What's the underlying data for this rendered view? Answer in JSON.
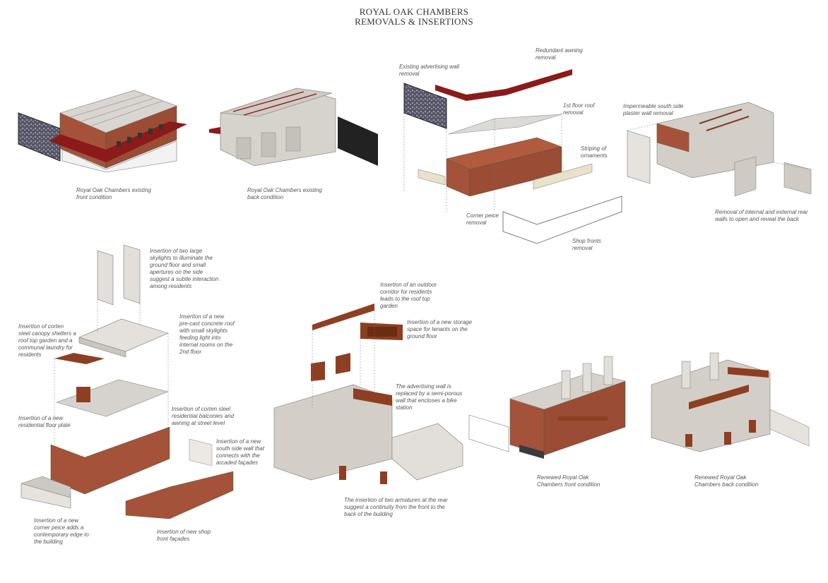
{
  "title": {
    "line1": "ROYAL OAK CHAMBERS",
    "line2": "REMOVALS & INSERTIONS"
  },
  "captions": {
    "front_existing": "Royal Oak Chambers existing\nfront condition",
    "back_existing": "Royal Oak Chambers existing\nback condition",
    "advertising_wall": "Existing advertising wall\nremoval",
    "awning": "Redundant awning\nremoval",
    "first_floor_roof": "1st floor roof\nremoval",
    "striping": "Striping of\nornaments",
    "corner_piece": "Corner peice\nremoval",
    "shop_fronts": "Shop fronts\nremoval",
    "south_plaster": "Impermeable south side\nplaster wall  removal",
    "internal_walls": "Removal of internal and external rear\nwalls to open and reveal the back",
    "skylights": "Insertion of two large\nskylights to illuminate the\nground floor and small\napertures on the side\nsuggest a subtle interaction\namong residents",
    "precast_roof": "Insertion of a new\npre-cast concrete roof\nwith small skylights\nfeeding light into\ninternal rooms on the\n2nd floor",
    "corten_canopy": "Insertion of corten\nsteel canopy shelters a\nroof top garden and a\ncommunal laundry for\nresidents",
    "floor_plate": "Insertion of a new\nresidential floor plate",
    "corten_balconies": "Insertion of corten steel\nresidential balconies and\nawning at street level",
    "south_side_wall": "Insertion of a new\nsouth side wall that\nconnects with the\narcaded façades",
    "corner_new": "Insertion of a new\ncorner peice adds a\ncontemporary edge to\nthe building",
    "shop_new": "Insertion of new shop\nfront façades",
    "outdoor_corridor": "Insertion of an outdoor\ncorridor for residents\nleads to the roof top\ngarden",
    "storage": "Insertion of a new storage\nspace for tenants on the\nground floor",
    "adv_replaced": "The advertising wall is\nreplaced by a semi-porous\nwall that encloses a bike\nstation",
    "armatures": "The insertion of two armatures at the rear\nsuggest a continuity from the front to the\nback of the building",
    "renewed_front": "Renewed Royal Oak\nChambers front condition",
    "renewed_back": "Renewed Royal Oak\nChambers back condition"
  },
  "colors": {
    "brick": "#a4533a",
    "brick_dark": "#7e3a26",
    "corten": "#8d3f22",
    "awning": "#8b1a1a",
    "concrete": "#d9d6d1",
    "concrete_dark": "#b3afa9",
    "line": "#666666"
  }
}
